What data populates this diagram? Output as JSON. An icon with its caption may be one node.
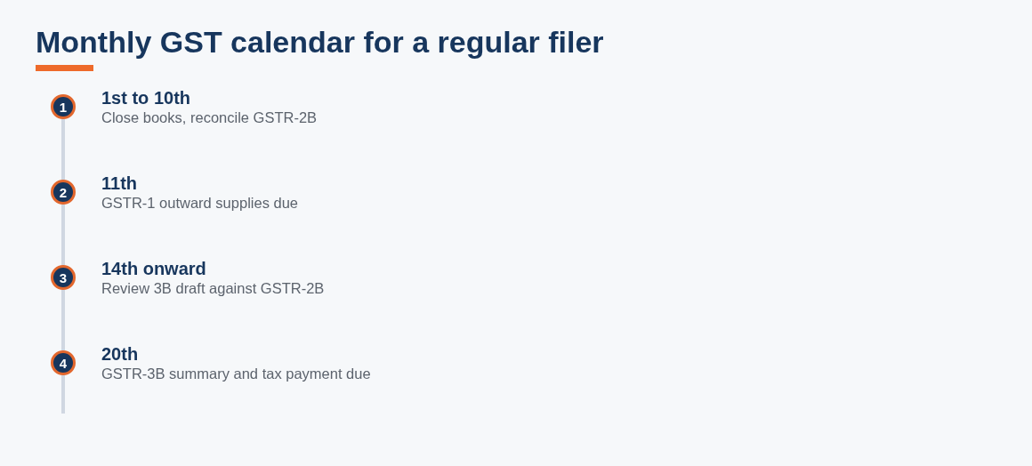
{
  "diagram": {
    "title": "Monthly GST calendar for a regular filer",
    "nodes": [
      {
        "text": [
          "1"
        ],
        "beside": [
          "1st to 10th",
          "Close books, reconcile GSTR-2B"
        ]
      },
      {
        "text": [
          "2"
        ],
        "beside": [
          "11th",
          "GSTR-1 outward supplies due"
        ]
      },
      {
        "text": [
          "3"
        ],
        "beside": [
          "14th onward",
          "Review 3B draft against GSTR-2B"
        ]
      },
      {
        "text": [
          "4"
        ],
        "beside": [
          "20th",
          "GSTR-3B summary and tax payment due"
        ]
      }
    ],
    "edges": [
      {
        "from": 0,
        "to": 1,
        "arrow": "none"
      },
      {
        "from": 1,
        "to": 2,
        "arrow": "none"
      },
      {
        "from": 2,
        "to": 3,
        "arrow": "none"
      },
      {
        "from": 3,
        "to": null,
        "arrow": "none"
      }
    ]
  }
}
